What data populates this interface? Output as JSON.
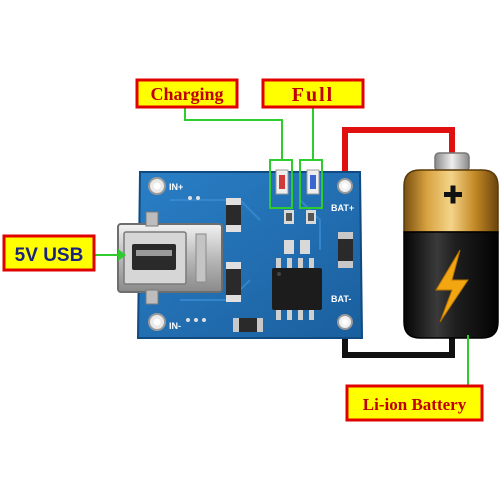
{
  "labels": {
    "charging": "Charging",
    "full": "Full",
    "usb": "5V USB",
    "battery": "Li-ion Battery"
  },
  "silkscreen": {
    "in_plus": "IN+",
    "in_minus": "IN-",
    "bat_plus": "BAT+",
    "bat_minus": "BAT-"
  },
  "colors": {
    "label_bg": "#ffff00",
    "label_border": "#e00000",
    "label_text": "#c00000",
    "usb_text": "#1a237e",
    "green_line": "#2ecc2e",
    "red_wire": "#e01010",
    "black_wire": "#111111",
    "pcb_blue": "#1f6fb8",
    "pcb_dark": "#155a9a",
    "battery_gold": "#c98f2a",
    "battery_black": "#161616",
    "bolt": "#f2a712"
  },
  "icons": {
    "battery_terminal": "plus-icon",
    "battery_symbol": "lightning-bolt-icon"
  }
}
